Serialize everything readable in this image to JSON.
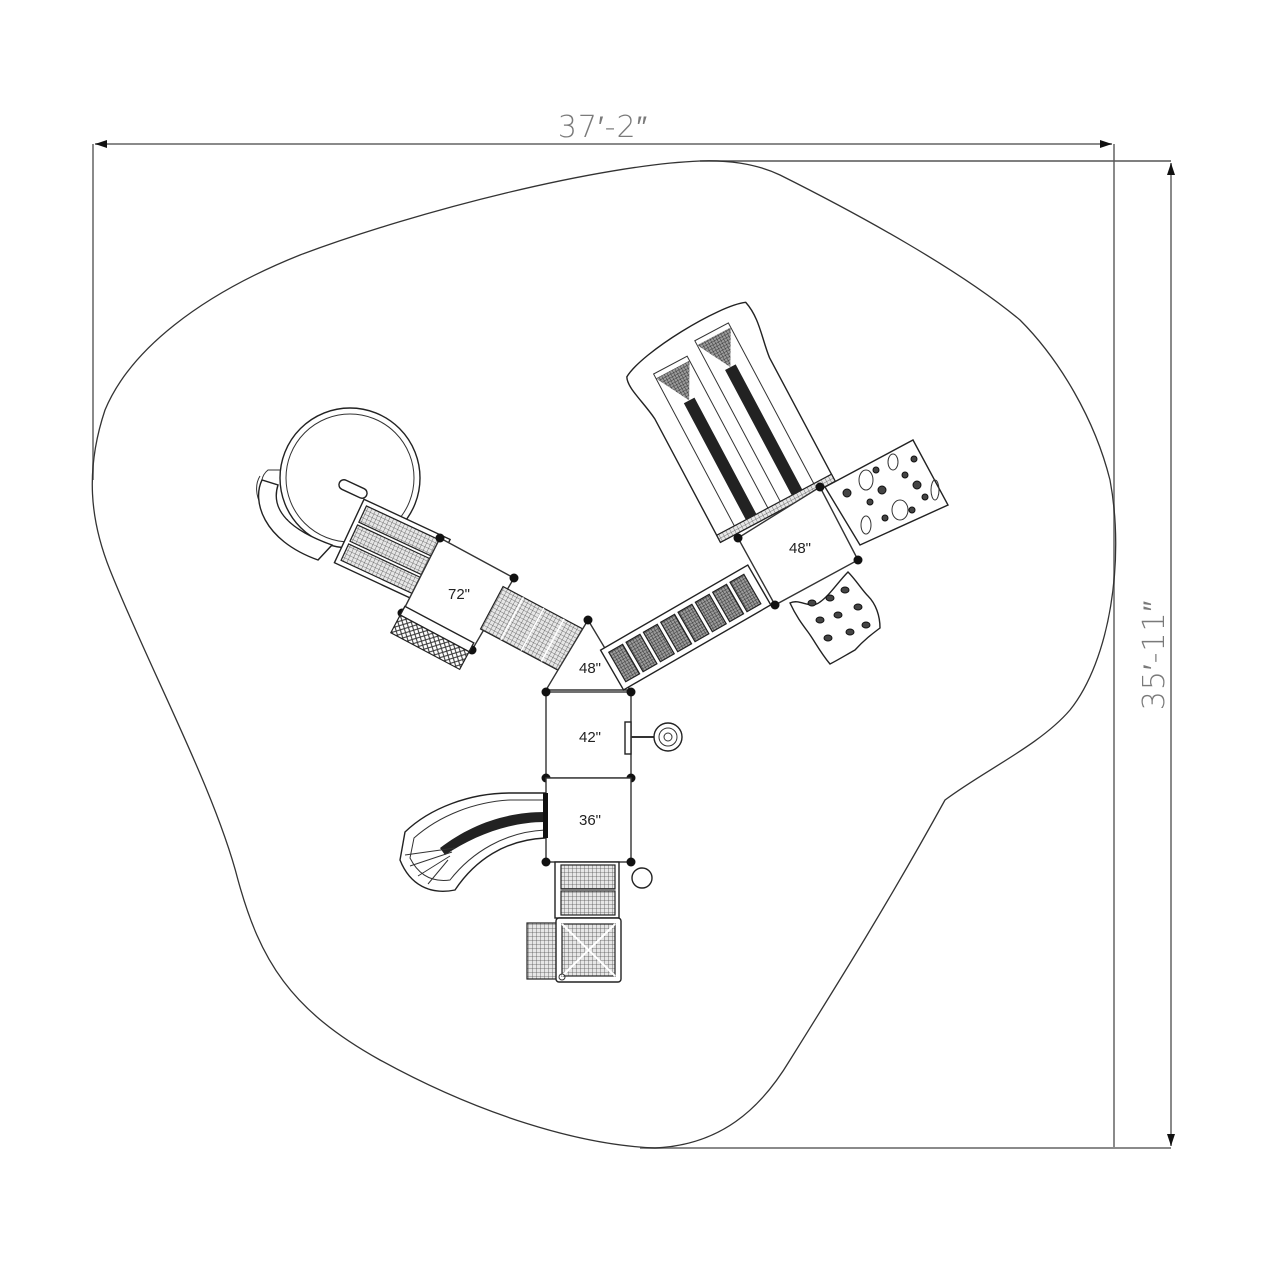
{
  "drawing": {
    "type": "playground site plan",
    "overall_width": "37′-2″",
    "overall_depth": "35′-11″",
    "line_color": "#333333",
    "dimension_color": "#7a7a7a"
  },
  "decks": [
    {
      "id": "deck-72",
      "height_label": "72\""
    },
    {
      "id": "deck-48-center",
      "height_label": "48\""
    },
    {
      "id": "deck-48-right",
      "height_label": "48\""
    },
    {
      "id": "deck-42",
      "height_label": "42\""
    },
    {
      "id": "deck-36",
      "height_label": "36\""
    }
  ],
  "components": [
    {
      "name": "spiral-slide"
    },
    {
      "name": "step-ladder-upper"
    },
    {
      "name": "bridge-left"
    },
    {
      "name": "crawl-net-panel"
    },
    {
      "name": "bridge-right"
    },
    {
      "name": "double-wave-slide"
    },
    {
      "name": "rock-climber-wall"
    },
    {
      "name": "wavy-climber"
    },
    {
      "name": "steering-wheel-panel"
    },
    {
      "name": "curved-slide"
    },
    {
      "name": "step-ladder-lower"
    },
    {
      "name": "transfer-station"
    },
    {
      "name": "entry-post-circle"
    }
  ]
}
